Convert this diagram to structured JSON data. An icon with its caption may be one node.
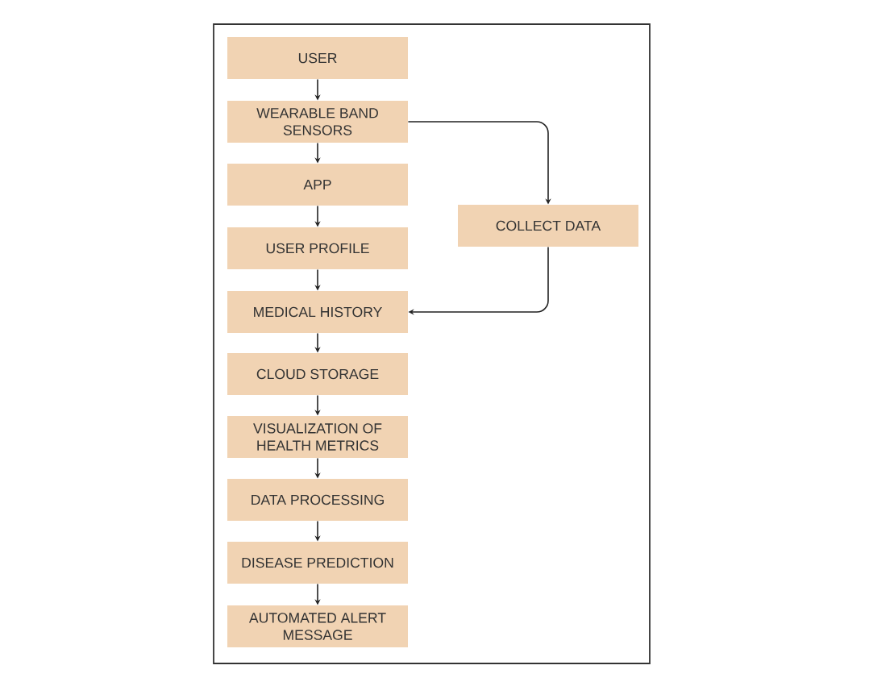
{
  "diagram": {
    "nodes": [
      {
        "text": [
          "USER"
        ]
      },
      {
        "text": [
          "WEARABLE BAND SENSORS"
        ]
      },
      {
        "text": [
          "APP"
        ]
      },
      {
        "text": [
          "USER PROFILE"
        ]
      },
      {
        "text": [
          "MEDICAL HISTORY"
        ]
      },
      {
        "text": [
          "CLOUD STORAGE"
        ]
      },
      {
        "text": [
          "VISUALIZATION OF HEALTH METRICS"
        ]
      },
      {
        "text": [
          "DATA PROCESSING"
        ]
      },
      {
        "text": [
          "DISEASE PREDICTION"
        ]
      },
      {
        "text": [
          "AUTOMATED ALERT MESSAGE"
        ]
      },
      {
        "text": [
          "COLLECT DATA"
        ]
      }
    ],
    "edges": [
      {
        "from": 0,
        "to": 1,
        "arrow": "to"
      },
      {
        "from": 1,
        "to": 2,
        "arrow": "to"
      },
      {
        "from": 2,
        "to": 3,
        "arrow": "to"
      },
      {
        "from": 3,
        "to": 4,
        "arrow": "to"
      },
      {
        "from": 4,
        "to": 5,
        "arrow": "to"
      },
      {
        "from": 5,
        "to": 6,
        "arrow": "to"
      },
      {
        "from": 6,
        "to": 7,
        "arrow": "to"
      },
      {
        "from": 7,
        "to": 8,
        "arrow": "to"
      },
      {
        "from": 8,
        "to": 9,
        "arrow": "to"
      },
      {
        "from": 1,
        "to": 10,
        "arrow": "to"
      },
      {
        "from": 10,
        "to": 4,
        "arrow": "to"
      }
    ]
  }
}
